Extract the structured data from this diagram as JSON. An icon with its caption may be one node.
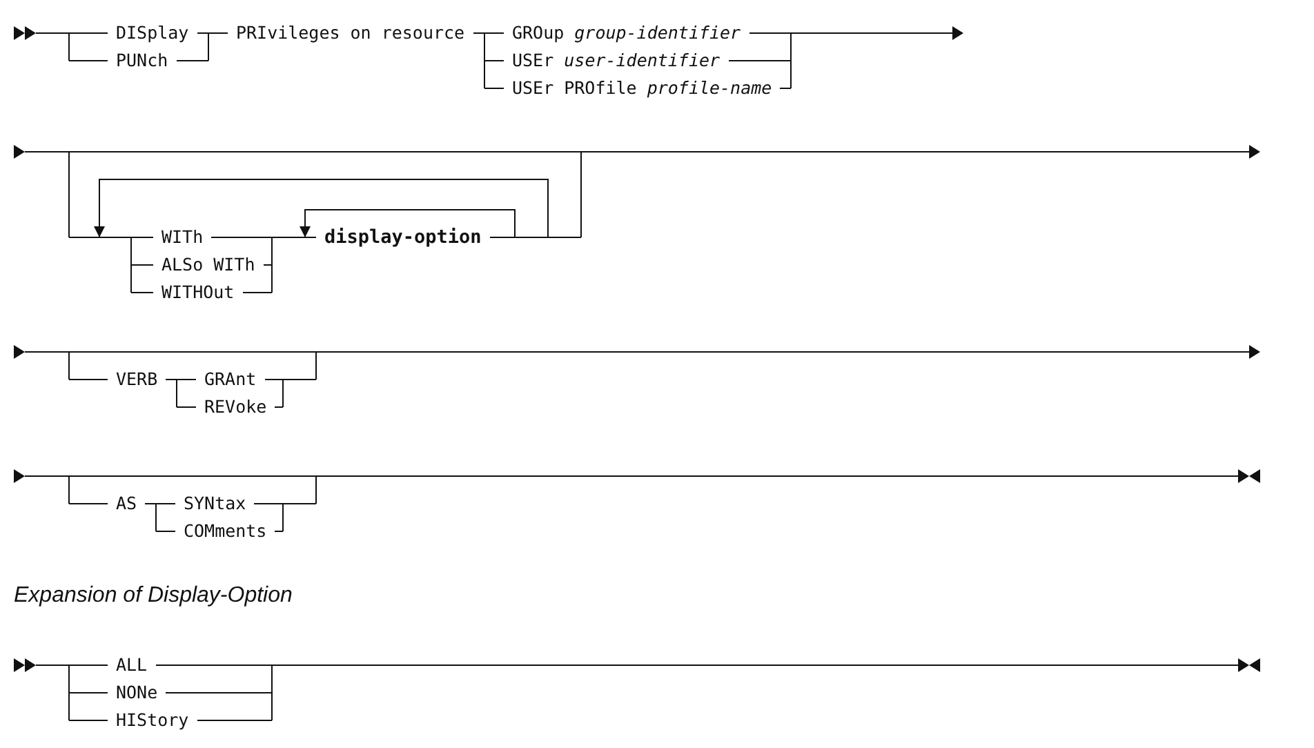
{
  "diagram": {
    "labels": [
      "DISplay",
      "PUNch",
      "PRIvileges on resource",
      "GROup *group-identifier*",
      "USEr *user-identifier*",
      "USEr PROfile *profile-name*",
      "WITh",
      "ALSo WITh",
      "WITHOut",
      "display-option",
      "VERB",
      "GRAnt",
      "REVoke",
      "AS",
      "SYNtax",
      "COMments",
      "Expansion of Display-Option",
      "ALL",
      "NONe",
      "HIStory"
    ]
  }
}
